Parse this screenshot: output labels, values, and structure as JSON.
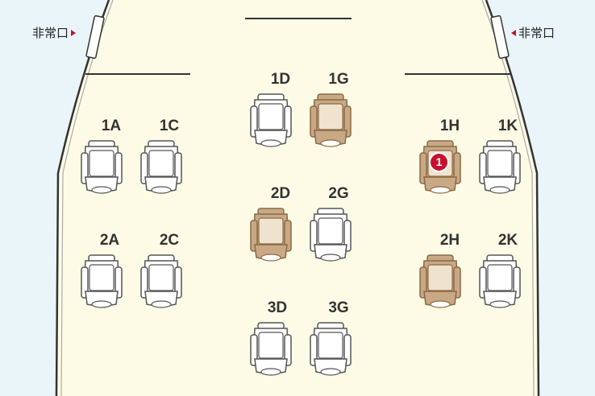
{
  "exits": {
    "left_label": "非常口",
    "right_label": "非常口"
  },
  "colors": {
    "cabin_floor": "#fdfbe5",
    "background": "#eaf5f9",
    "outline": "#333333",
    "seat_available_fill": "#ffffff",
    "seat_occupied_fill": "#c9a985",
    "badge": "#c8102e"
  },
  "seats": [
    {
      "id": "1A",
      "label": "1A",
      "status": "available"
    },
    {
      "id": "1C",
      "label": "1C",
      "status": "available"
    },
    {
      "id": "1D",
      "label": "1D",
      "status": "available"
    },
    {
      "id": "1G",
      "label": "1G",
      "status": "occupied"
    },
    {
      "id": "1H",
      "label": "1H",
      "status": "selected",
      "badge": "1"
    },
    {
      "id": "1K",
      "label": "1K",
      "status": "available"
    },
    {
      "id": "2A",
      "label": "2A",
      "status": "available"
    },
    {
      "id": "2C",
      "label": "2C",
      "status": "available"
    },
    {
      "id": "2D",
      "label": "2D",
      "status": "occupied"
    },
    {
      "id": "2G",
      "label": "2G",
      "status": "available"
    },
    {
      "id": "2H",
      "label": "2H",
      "status": "occupied"
    },
    {
      "id": "2K",
      "label": "2K",
      "status": "available"
    },
    {
      "id": "3D",
      "label": "3D",
      "status": "available"
    },
    {
      "id": "3G",
      "label": "3G",
      "status": "available"
    }
  ]
}
